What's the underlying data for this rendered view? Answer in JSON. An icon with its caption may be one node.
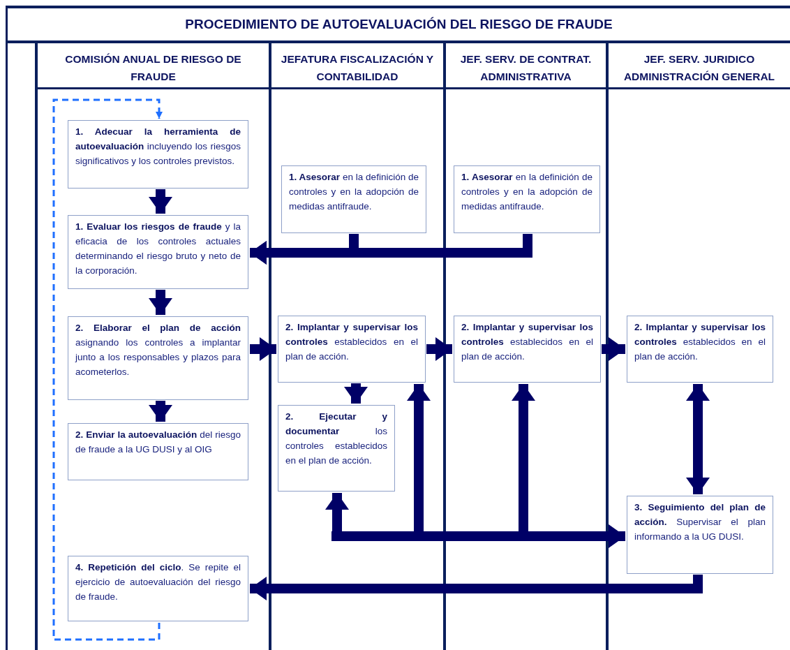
{
  "diagram": {
    "title": "PROCEDIMIENTO DE AUTOEVALUACIÓN DEL RIESGO DE FRAUDE",
    "nodes": [
      {
        "text": [
          "COMISIÓN ANUAL DE RIESGO DE FRAUDE"
        ]
      },
      {
        "text": [
          "**1. Adecuar la herramienta de autoevaluación** incluyendo los riesgos significativos y los controles previstos."
        ],
        "in": 0
      },
      {
        "text": [
          "**1. Evaluar los riesgos de fraude** y la eficacia de los controles actuales determinando el riesgo bruto y neto de la corporación."
        ],
        "in": 0
      },
      {
        "text": [
          "**2. Elaborar el plan de acción** asignando los controles a implantar junto a los responsables y plazos para acometerlos."
        ],
        "in": 0
      },
      {
        "text": [
          "**2. Enviar la autoevaluación** del riesgo de fraude a la UG DUSI y al OIG"
        ],
        "in": 0
      },
      {
        "text": [
          "**4. Repetición del ciclo**. Se repite el ejercicio de autoevaluación del riesgo de fraude."
        ],
        "in": 0
      },
      {
        "text": [
          "JEFATURA FISCALIZACIÓN Y CONTABILIDAD"
        ]
      },
      {
        "text": [
          "**1. Asesorar** en la definición de controles y en la adopción de medidas antifraude."
        ],
        "in": 6
      },
      {
        "text": [
          "**2. Implantar y supervisar los controles** establecidos en el plan de acción."
        ],
        "in": 6
      },
      {
        "text": [
          "**2. Ejecutar y documentar** los controles establecidos en el plan de acción."
        ],
        "in": 6
      },
      {
        "text": [
          "JEF. SERV. DE CONTRAT. ADMINISTRATIVA"
        ]
      },
      {
        "text": [
          "**1. Asesorar** en la definición de controles y en la adopción de medidas antifraude."
        ],
        "in": 10
      },
      {
        "text": [
          "**2. Implantar y supervisar los controles** establecidos en el plan de acción."
        ],
        "in": 10
      },
      {
        "text": [
          "JEF. SERV. JURIDICO ADMINISTRACIÓN GENERAL"
        ]
      },
      {
        "text": [
          "**2. Implantar y supervisar los controles** establecidos en el plan de acción."
        ],
        "in": 13
      },
      {
        "text": [
          "**3. Seguimiento del plan de acción.** Supervisar el plan informando a la UG DUSI."
        ],
        "in": 13
      }
    ],
    "edges": [
      {
        "from": 1,
        "to": 2,
        "arrow": "to"
      },
      {
        "from": 2,
        "to": 3,
        "arrow": "to"
      },
      {
        "from": 3,
        "to": 4,
        "arrow": "to"
      },
      {
        "from": 7,
        "to": 2,
        "arrow": "to"
      },
      {
        "from": 11,
        "to": 2,
        "arrow": "to"
      },
      {
        "from": 3,
        "to": 8,
        "arrow": "to"
      },
      {
        "from": 8,
        "to": 12,
        "arrow": "to"
      },
      {
        "from": 12,
        "to": 14,
        "arrow": "to"
      },
      {
        "from": 8,
        "to": 9,
        "arrow": "to"
      },
      {
        "from": null,
        "to": 9,
        "arrow": "to"
      },
      {
        "from": null,
        "to": 8,
        "arrow": "to"
      },
      {
        "from": null,
        "to": 12,
        "arrow": "to"
      },
      {
        "from": null,
        "to": 15,
        "arrow": "to"
      },
      {
        "from": 14,
        "to": 15,
        "arrow": "both"
      },
      {
        "from": 15,
        "to": 5,
        "arrow": "to"
      },
      {
        "from": 5,
        "to": 1,
        "arrow": "to",
        "style": "dashed",
        "color": "#1e6fff"
      }
    ]
  }
}
